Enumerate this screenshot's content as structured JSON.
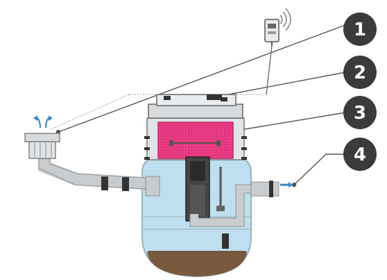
{
  "callouts": [
    {
      "label": "1"
    },
    {
      "label": "2"
    },
    {
      "label": "3"
    },
    {
      "label": "4"
    }
  ],
  "colors": {
    "badge": "#3b3b3b",
    "water": "#bfe0ef",
    "tank_outline": "#9ab0bb",
    "sludge": "#7a5a3e",
    "filter_pink": "#e4347d",
    "pipe": "#c9ccce",
    "flow_arrow": "#2f86c8",
    "leader_line": "#555555"
  },
  "icons": [
    "wifi-signal-icon",
    "alarm-box-icon",
    "inflow-arrow-icon",
    "outflow-arrow-icon"
  ]
}
